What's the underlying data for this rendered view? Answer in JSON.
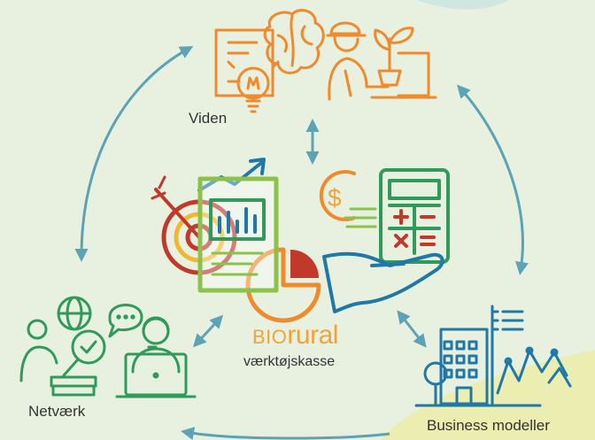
{
  "labels": {
    "viden": "Viden",
    "netvaerk": "Netværk",
    "business": "Business modeller"
  },
  "brand": {
    "prefix": "BIO",
    "suffix": "rural",
    "subtitle": "værktøjskasse"
  },
  "icons": {
    "viden": [
      "document-icon",
      "brain-icon",
      "lightbulb-icon",
      "farmer-icon",
      "plant-icon",
      "laptop-icon"
    ],
    "center": [
      "target-icon",
      "report-icon",
      "bar-chart-icon",
      "pie-chart-icon",
      "coin-icon",
      "calculator-icon",
      "hand-icon"
    ],
    "netvaerk": [
      "person-magnifier-icon",
      "globe-icon",
      "chat-bubble-icon",
      "headset-person-icon",
      "laptop-icon"
    ],
    "business": [
      "building-icon",
      "tree-icon",
      "line-chart-icon",
      "list-icon"
    ]
  },
  "colors": {
    "background": "#e8f1e0",
    "arrow": "#5ba3b5",
    "orange": "#f08a2c",
    "green": "#2f9a5a",
    "blue": "#1f78a8",
    "red": "#c0392b",
    "lime": "#8bc34a",
    "brand": "#f2a23a"
  }
}
